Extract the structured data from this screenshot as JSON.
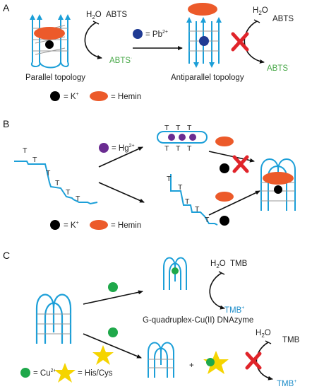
{
  "panels": {
    "a": "A",
    "b": "B",
    "c": "C"
  },
  "panel_a": {
    "reagent_h2o2": "H",
    "h2o2_sub": "2",
    "h2o2_o": "O",
    "reagent_abts": "ABTS",
    "product_abts": "ABTS",
    "product_sup": "·",
    "pb_eq": "= Pb",
    "pb_sup": "2+",
    "parallel": "Parallel topology",
    "antiparallel": "Antiparallel topology",
    "legend_k": "= K",
    "legend_k_sup": "+",
    "legend_hemin": "= Hemin"
  },
  "panel_b": {
    "hg_eq": "= Hg",
    "hg_sup": "2+",
    "t_label": "T",
    "legend_k": "= K",
    "legend_k_sup": "+",
    "legend_hemin": "= Hemin"
  },
  "panel_c": {
    "reagent_h2o2": "H",
    "h2o2_sub": "2",
    "h2o2_o": "O",
    "reagent_tmb": "TMB",
    "product_tmb": "TMB",
    "product_sup": "+",
    "dnazyme": "G-quadruplex-Cu(II) DNAzyme",
    "plus": "+",
    "cu_eq": "= Cu",
    "cu_sup": "2+",
    "his_cys": "= His/Cys"
  },
  "colors": {
    "dna": "#1c9fd8",
    "k_ion": "#000000",
    "hemin": "#ec5a2a",
    "pb_ion": "#1f3a93",
    "hg_ion": "#6a2c91",
    "cu_ion": "#1fa84a",
    "his_cys": "#f5d400",
    "cross": "#e0242a",
    "green_text": "#4aa94a",
    "blue_text": "#1c8cc8"
  }
}
